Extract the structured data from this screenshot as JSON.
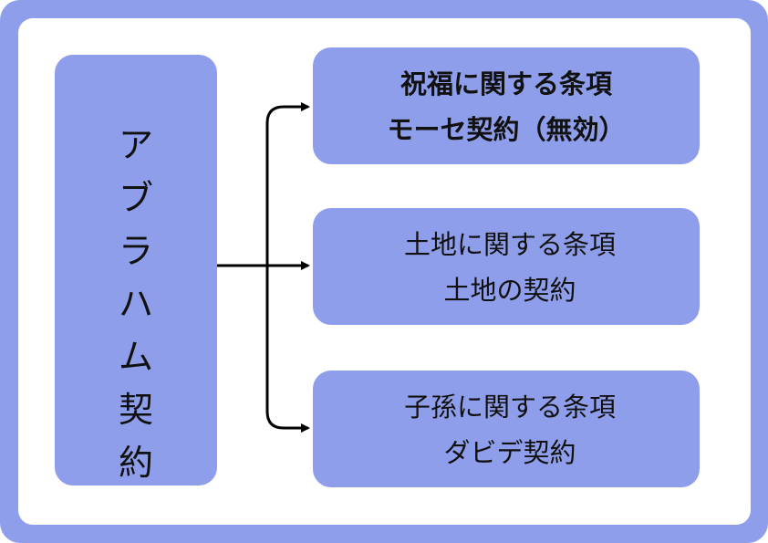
{
  "diagram": {
    "root": {
      "label_chars": [
        "ア",
        "ブ",
        "ラ",
        "ハ",
        "ム",
        "契",
        "約"
      ]
    },
    "branches": [
      {
        "line1": "祝福に関する条項",
        "line2": "モーセ契約（無効）"
      },
      {
        "line1": "土地に関する条項",
        "line2": "土地の契約"
      },
      {
        "line1": "子孫に関する条項",
        "line2": "ダビデ契約"
      }
    ],
    "colors": {
      "fill": "#8f9eea",
      "text": "#111111",
      "connector": "#000000"
    }
  }
}
